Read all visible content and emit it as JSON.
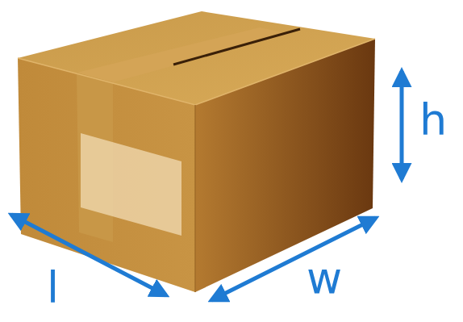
{
  "diagram": {
    "labels": [
      "h",
      "l",
      "w"
    ]
  }
}
